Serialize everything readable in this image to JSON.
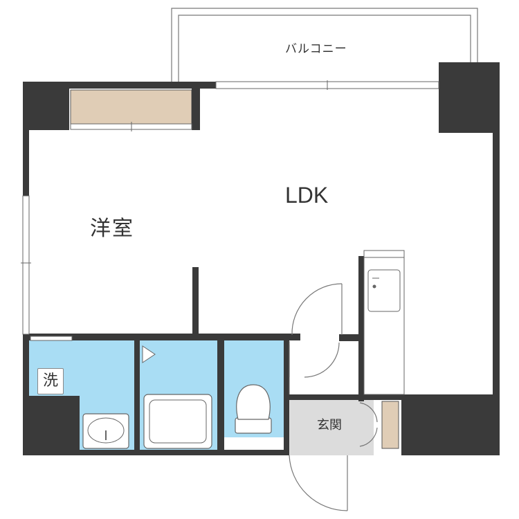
{
  "rooms": {
    "balcony": "バルコニー",
    "ldk": "LDK",
    "western_room": "洋室",
    "entrance": "玄関",
    "washroom": "洗"
  },
  "colors": {
    "wall": "#3a3a3a",
    "wet_area": "#a9ddf4",
    "storage": "#e0cdb6",
    "entrance_floor": "#dcdcdc",
    "fixture_line": "#666666",
    "room_floor": "#ffffff"
  }
}
